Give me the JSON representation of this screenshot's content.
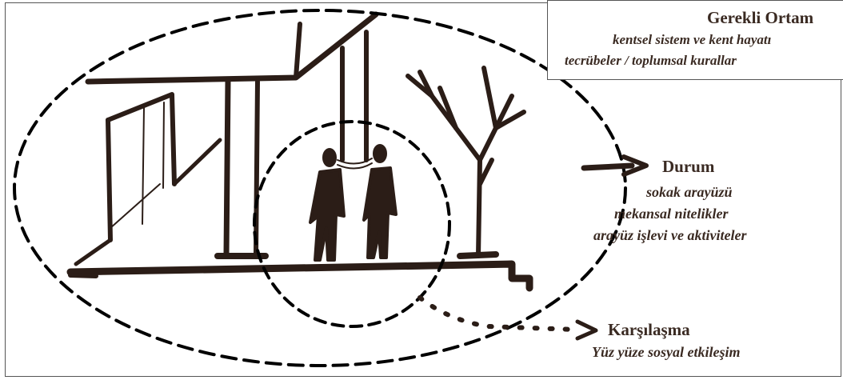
{
  "context": {
    "title": "Gerekli Ortam",
    "line1": "kentsel sistem ve kent hayatı",
    "line2": "tecrübeler / toplumsal kurallar"
  },
  "situation": {
    "title": "Durum",
    "items": [
      "sokak arayüzü",
      "mekansal nitelikler",
      "arayüz işlevi ve aktiviteler"
    ]
  },
  "encounter": {
    "title": "Karşılaşma",
    "subtitle": "Yüz yüze sosyal etkileşim"
  },
  "colors": {
    "ink": "#2b1d17",
    "text": "#3a2a22"
  }
}
